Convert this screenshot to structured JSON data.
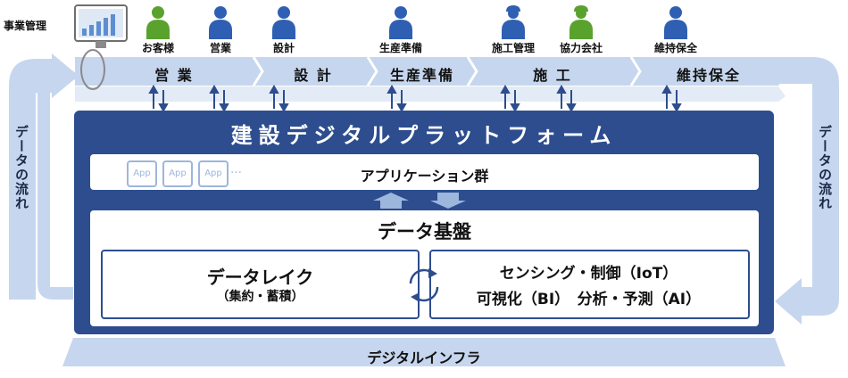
{
  "management": {
    "label": "事業管理"
  },
  "roles": [
    {
      "label": "お客様",
      "color": "#5aa22e"
    },
    {
      "label": "営業",
      "color": "#2f5fb3"
    },
    {
      "label": "設計",
      "color": "#2f5fb3"
    },
    {
      "label": "生産準備",
      "color": "#2f5fb3"
    },
    {
      "label": "施工管理",
      "color": "#2f5fb3"
    },
    {
      "label": "協力会社",
      "color": "#5aa22e"
    },
    {
      "label": "維持保全",
      "color": "#2f5fb3"
    }
  ],
  "stages": [
    "営 業",
    "設 計",
    "生産準備",
    "施 工",
    "維持保全"
  ],
  "flow": {
    "left": "データの流れ",
    "right": "データの流れ"
  },
  "platform": {
    "title": "建設デジタルプラットフォーム",
    "apps": {
      "chips": [
        "App",
        "App",
        "App"
      ],
      "more": "…",
      "title": "アプリケーション群"
    },
    "data_base": {
      "title": "データ基盤",
      "lake_title": "データレイク",
      "lake_sub": "（集約・蓄積）",
      "analytics_line1": "センシング・制御（IoT）",
      "analytics_line2": "可視化（BI）　分析・予測（AI）"
    }
  },
  "infra": {
    "label": "デジタルインフラ"
  },
  "colors": {
    "navy": "#2d4d8e",
    "light_blue": "#c6d6ee",
    "chip_border": "#9db6dc"
  }
}
